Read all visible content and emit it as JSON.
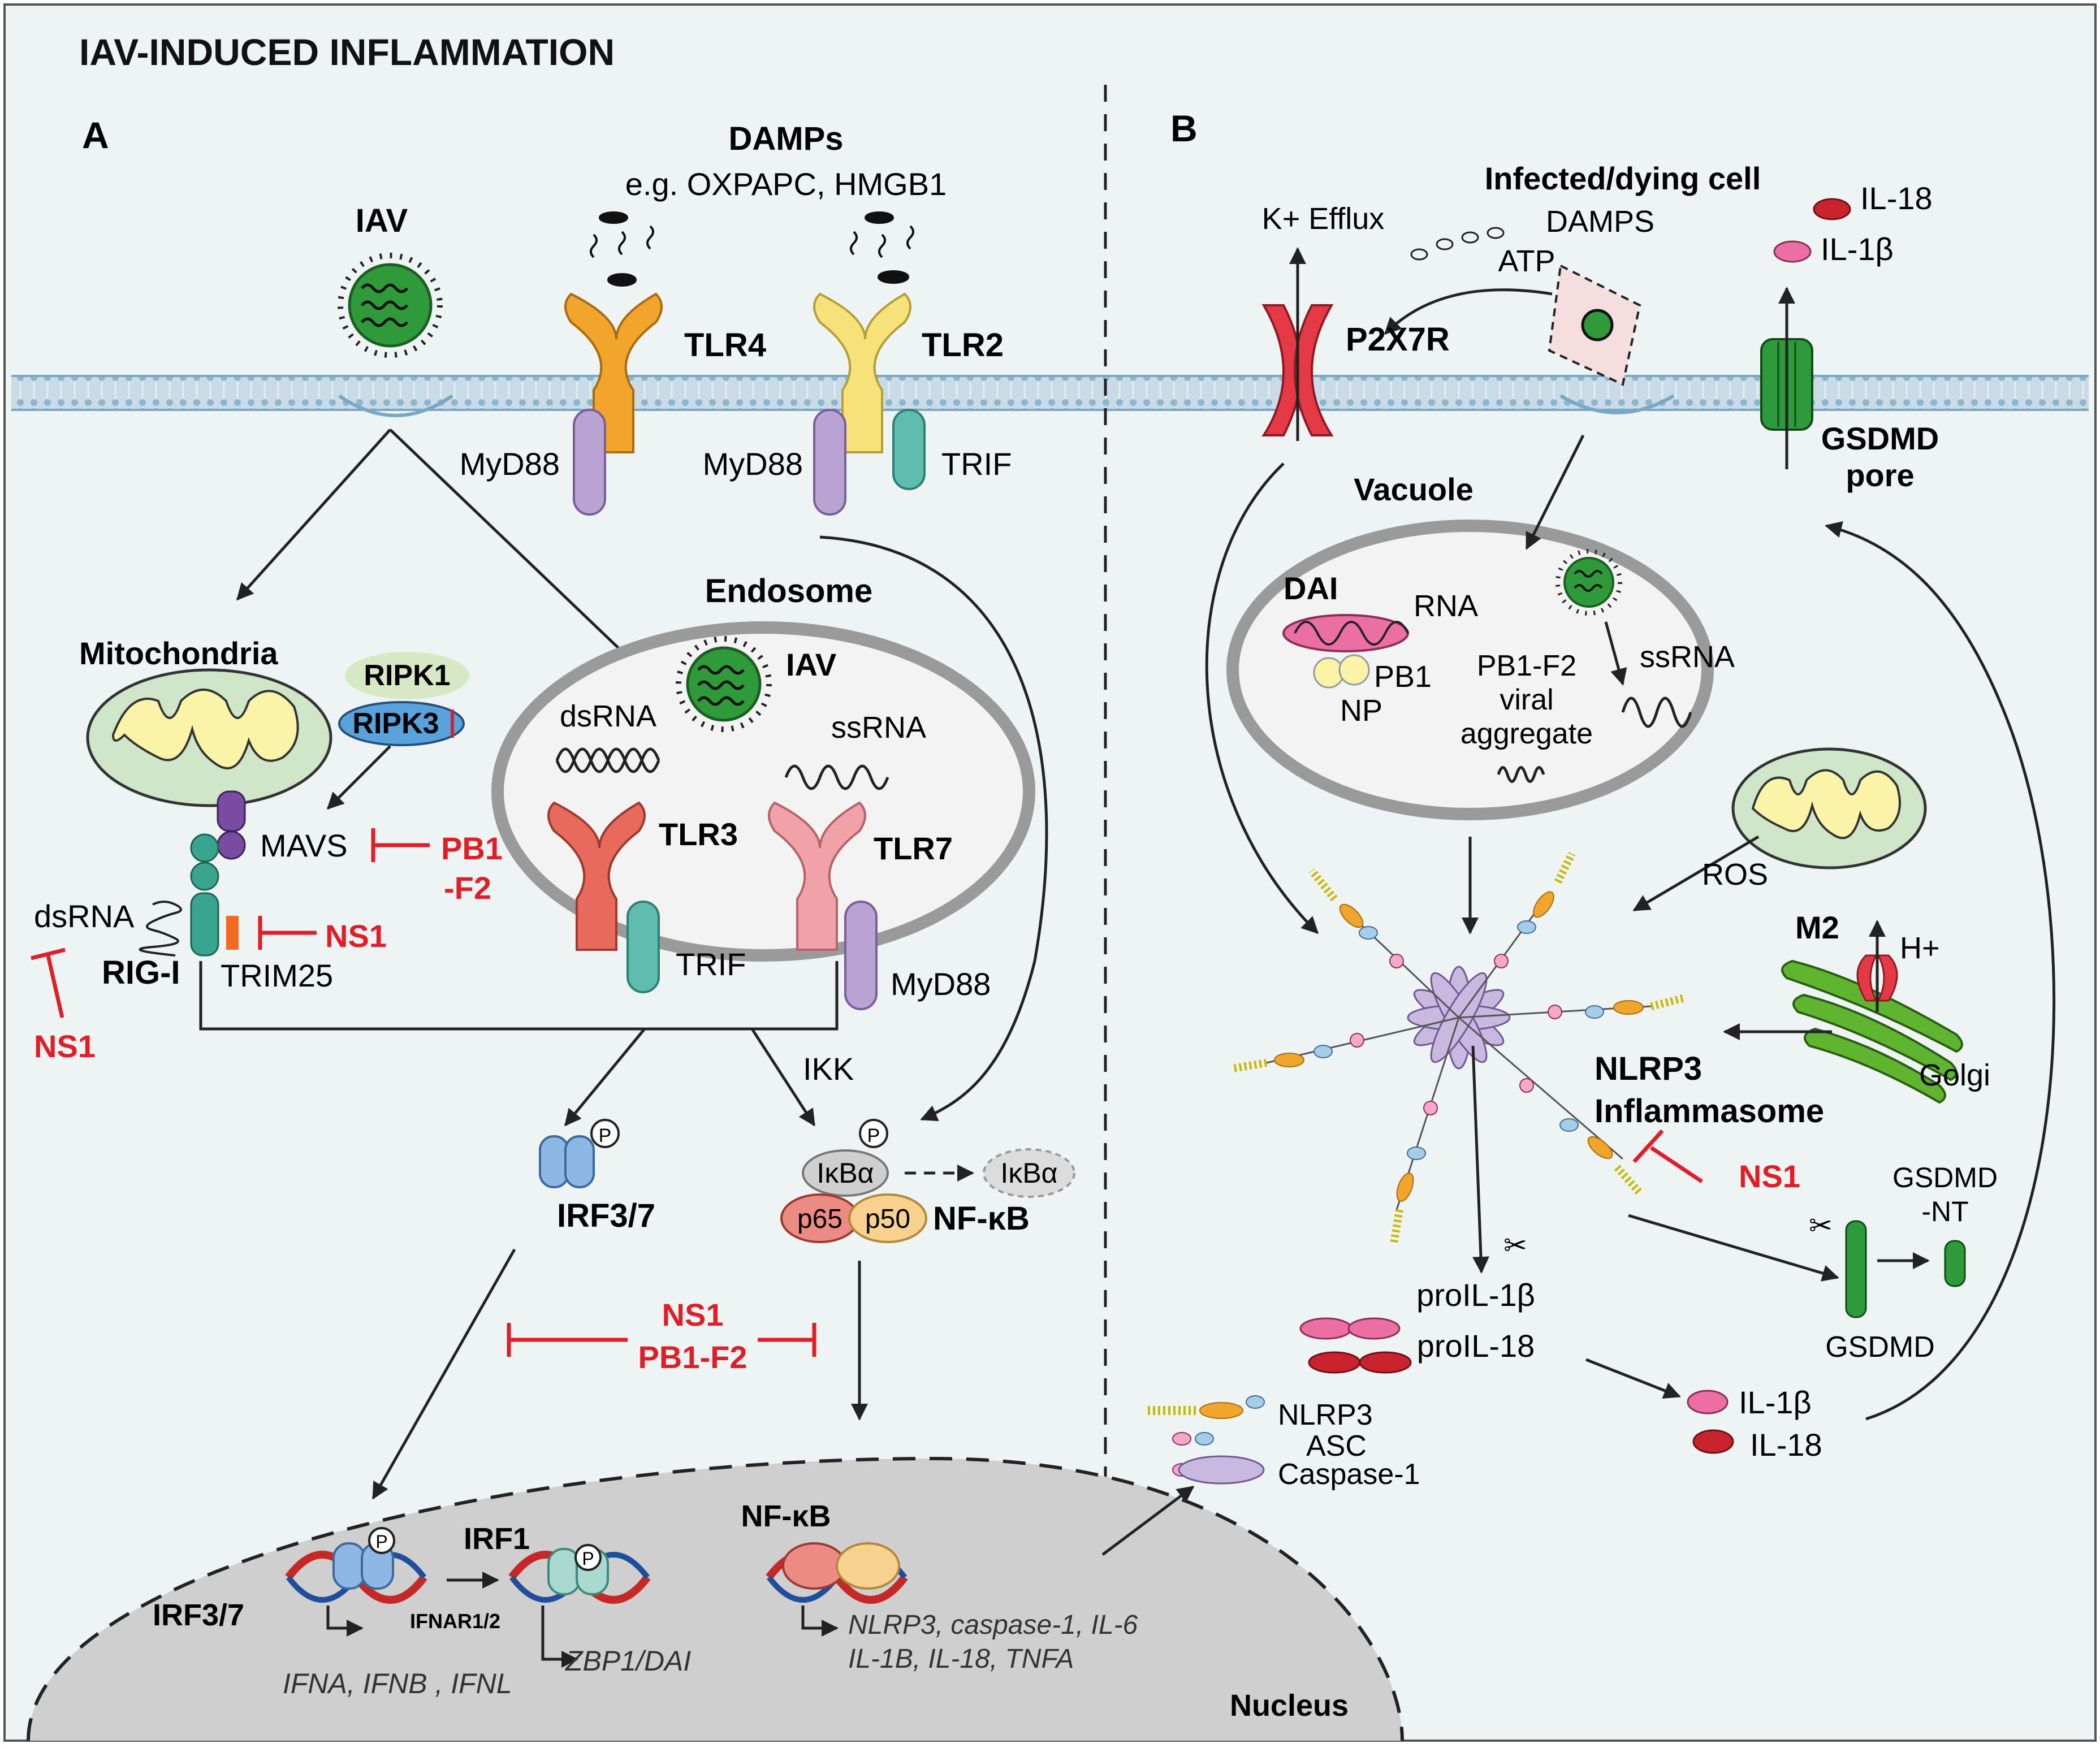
{
  "title": "IAV-INDUCED INFLAMMATION",
  "panels": {
    "a": {
      "label": "A",
      "damps_title": "DAMPs",
      "damps_examples": "e.g. OXPAPC, HMGB1",
      "iav": "IAV",
      "tlr4": "TLR4",
      "tlr2": "TLR2",
      "myd88_tlr4": "MyD88",
      "myd88_tlr2": "MyD88",
      "trif_tlr2": "TRIF",
      "endosome": "Endosome",
      "iav_endosome": "IAV",
      "dsrna_endosome": "dsRNA",
      "ssrna_endosome": "ssRNA",
      "tlr3": "TLR3",
      "tlr7": "TLR7",
      "trif_tlr3": "TRIF",
      "myd88_tlr7": "MyD88",
      "mitochondria": "Mitochondria",
      "ripk1": "RIPK1",
      "ripk3": "RIPK3",
      "mavs": "MAVS",
      "pb1_f2_mavs_line1": "PB1",
      "pb1_f2_mavs_line2": "-F2",
      "dsrna_rig": "dsRNA",
      "ns1_trim": "NS1",
      "rig_i": "RIG-I",
      "trim25": "TRIM25",
      "ns1_rig": "NS1",
      "ikk": "IKK",
      "irf37": "IRF3/7",
      "ikba": "IκBα",
      "ikba_free": "IκBα",
      "p65": "p65",
      "p50": "p50",
      "nfkb": "NF-κB",
      "p_mark": "P",
      "ns1_center": "NS1",
      "pb1_f2_center": "PB1-F2",
      "nucleus": "Nucleus",
      "irf37_nuc": "IRF3/7",
      "irf1": "IRF1",
      "ifnar": "IFNAR1/2",
      "nfkb_nuc": "NF-κB",
      "genes_ifn": "IFNA, IFNB , IFNL",
      "genes_zbp1": "ZBP1/DAI",
      "genes_nfkb_line1": "NLRP3, caspase-1, IL-6",
      "genes_nfkb_line2": "IL-1B, IL-18, TNFA"
    },
    "b": {
      "label": "B",
      "infected_cell": "Infected/dying cell",
      "k_efflux": "K+ Efflux",
      "damps": "DAMPS",
      "atp": "ATP",
      "p2x7r": "P2X7R",
      "il18_top": "IL-18",
      "il1b_top": "IL-1β",
      "gsdmd_pore_line1": "GSDMD",
      "gsdmd_pore_line2": "pore",
      "vacuole": "Vacuole",
      "dai": "DAI",
      "rna": "RNA",
      "pb1": "PB1",
      "np": "NP",
      "pb1_f2_line1": "PB1-F2",
      "pb1_f2_line2": "viral",
      "pb1_f2_line3": "aggregate",
      "ssrna": "ssRNA",
      "ros": "ROS",
      "m2": "M2",
      "hplus": "H+",
      "golgi": "Golgi",
      "nlrp3_inf_line1": "NLRP3",
      "nlrp3_inf_line2": "Inflammasome",
      "ns1": "NS1",
      "gsdmd_nt_line1": "GSDMD",
      "gsdmd_nt_line2": "-NT",
      "gsdmd": "GSDMD",
      "proil1b": "proIL-1β",
      "proil18": "proIL-18",
      "il1b": "IL-1β",
      "il18": "IL-18",
      "legend_nlrp3": "NLRP3",
      "legend_asc": "ASC",
      "legend_casp": "Caspase-1"
    }
  },
  "colors": {
    "background": "#edf4f3",
    "red_label": "#e01e27",
    "virus": "#2f9a3a",
    "mito_outer": "#cfe6c8",
    "mito_inner": "#fbf3a8",
    "myd88": "#b9a3d2",
    "trif": "#5fbcae",
    "tlr4": "#f2a52c",
    "tlr2": "#f7e27a",
    "tlr3": "#e86a5c",
    "tlr7": "#f0a2a8",
    "nucleus": "#cfcfcf"
  }
}
